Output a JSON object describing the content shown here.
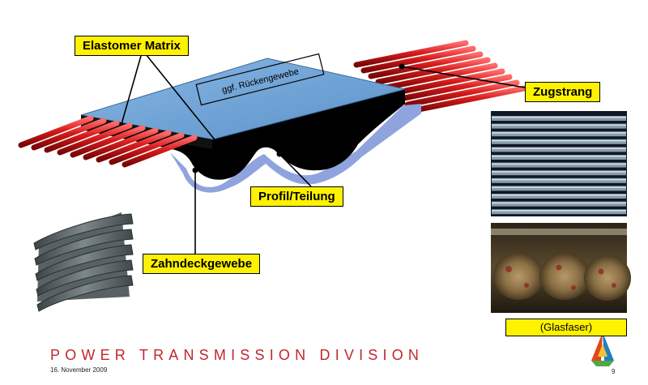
{
  "labels": {
    "elastomer": "Elastomer Matrix",
    "back_fabric": "ggf. Rückengewebe",
    "tension_cord": "Zugstrang",
    "profile": "Profil/Teilung",
    "tooth_fabric": "Zahndeckgewebe",
    "fiber_caption": "(Glasfaser)"
  },
  "footer": {
    "division": "POWER TRANSMISSION DIVISION",
    "date": "16. November 2009",
    "page": "9"
  },
  "colors": {
    "belt_top": "#6fa0d2",
    "belt_body": "#000000",
    "cord": "#d71c1c",
    "tooth_fabric": "#8fa3de",
    "label_bg": "#fff200",
    "footer_red": "#c0262d"
  }
}
